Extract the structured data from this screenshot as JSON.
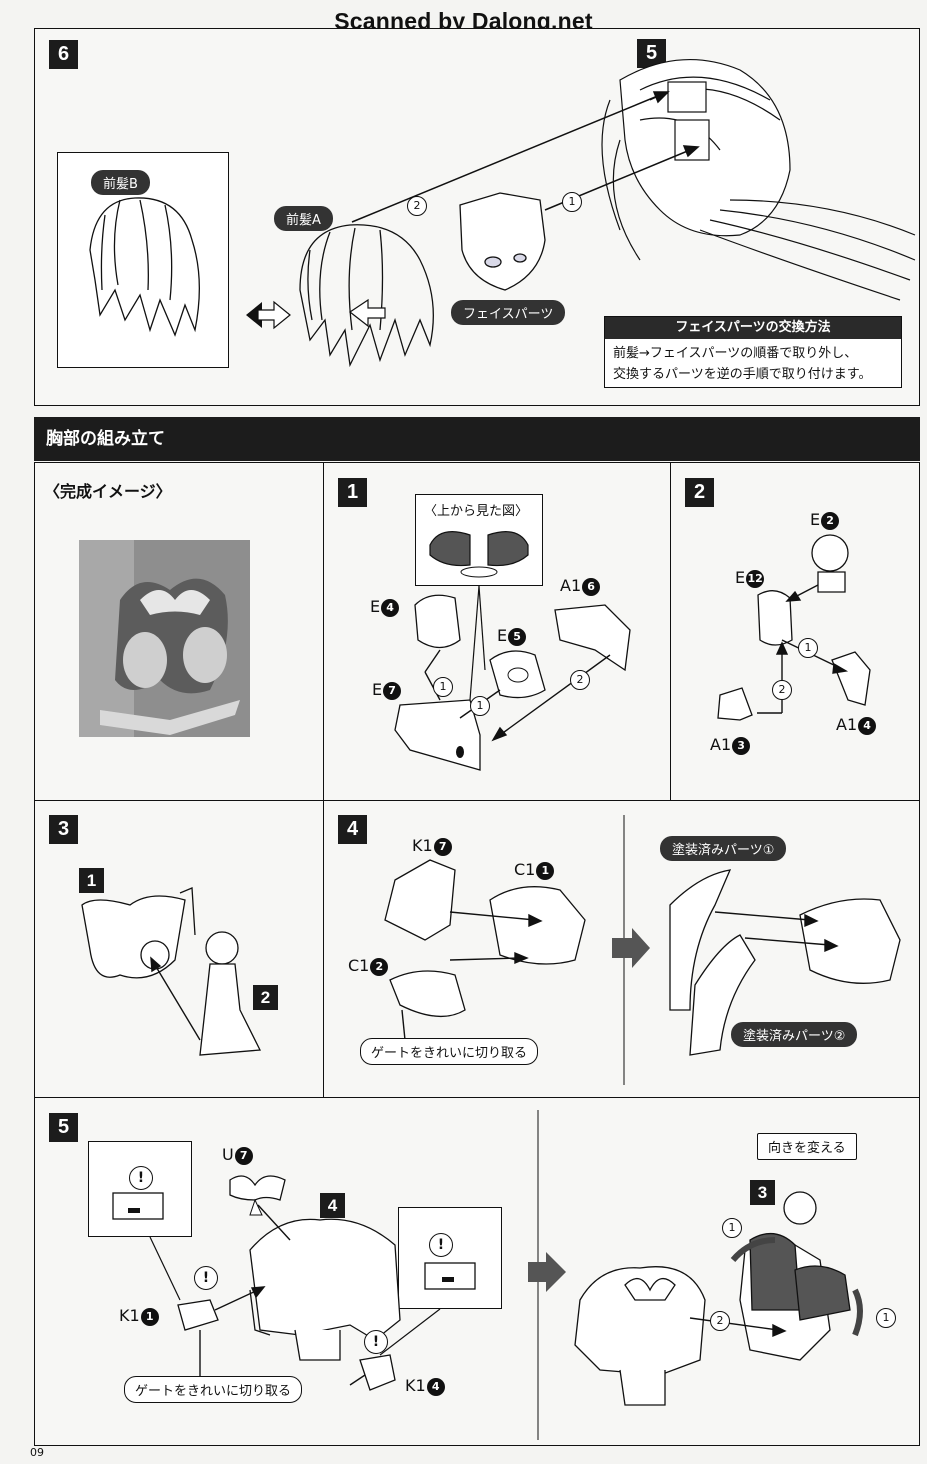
{
  "header": {
    "scan_text": "Scanned by Dalong.net"
  },
  "step6": {
    "num": "6",
    "sub_num": "5",
    "front_hair_b": "前髪B",
    "front_hair_a": "前髪A",
    "face_parts": "フェイスパーツ",
    "arrow1": "1",
    "arrow2": "2",
    "info_title": "フェイスパーツの交換方法",
    "info_line1": "前髪→フェイスパーツの順番で取り外し、",
    "info_line2": "交換するパーツを逆の手順で取り付けます。"
  },
  "section": {
    "title": "胸部の組み立て"
  },
  "completed": {
    "label": "〈完成イメージ〉"
  },
  "s1": {
    "num": "1",
    "top_view": "〈上から見た図〉",
    "e4": "E",
    "e4n": "4",
    "e5": "E",
    "e5n": "5",
    "e7": "E",
    "e7n": "7",
    "a16": "A1",
    "a16n": "6",
    "c1": "1",
    "c1b": "1",
    "c2": "2"
  },
  "s2": {
    "num": "2",
    "e2": "E",
    "e2n": "2",
    "e12": "E",
    "e12n": "12",
    "a14": "A1",
    "a14n": "4",
    "a13": "A1",
    "a13n": "3",
    "c1": "1",
    "c2": "2"
  },
  "s3": {
    "num": "3",
    "part1": "1",
    "part2": "2"
  },
  "s4": {
    "num": "4",
    "k17": "K1",
    "k17n": "7",
    "c11": "C1",
    "c11n": "1",
    "c12": "C1",
    "c12n": "2",
    "gate": "ゲートをきれいに切り取る",
    "painted1": "塗装済みパーツ①",
    "painted2": "塗装済みパーツ②"
  },
  "s5": {
    "num": "5",
    "u7": "U",
    "u7n": "7",
    "part4": "4",
    "k11": "K1",
    "k11n": "1",
    "k14": "K1",
    "k14n": "4",
    "gate": "ゲートをきれいに切り取る",
    "turn": "向きを変える",
    "part3": "3",
    "c1a": "1",
    "c1b": "1",
    "c2": "2",
    "warn": "!"
  },
  "footer": {
    "page": "09"
  }
}
